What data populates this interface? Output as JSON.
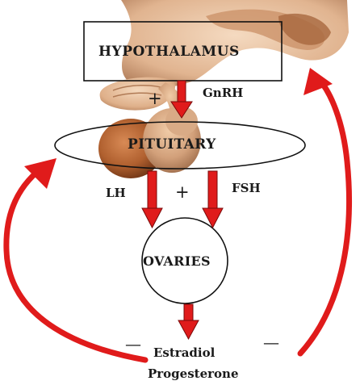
{
  "diagram": {
    "nodes": {
      "hypothalamus": "HYPOTHALAMUS",
      "pituitary": "PITUITARY",
      "ovaries": "OVARIES"
    },
    "hormones": {
      "gnrh": "GnRH",
      "lh": "LH",
      "fsh": "FSH",
      "estradiol": "Estradiol",
      "progesterone": "Progesterone"
    },
    "signs": {
      "stimulation_1": "+",
      "stimulation_2": "+",
      "inhibition_left": "—",
      "inhibition_right": "—"
    },
    "colors": {
      "arrow_red": "#e01b1b",
      "gland_brown": "#b86a3a",
      "gland_tan": "#d7a47c"
    }
  }
}
